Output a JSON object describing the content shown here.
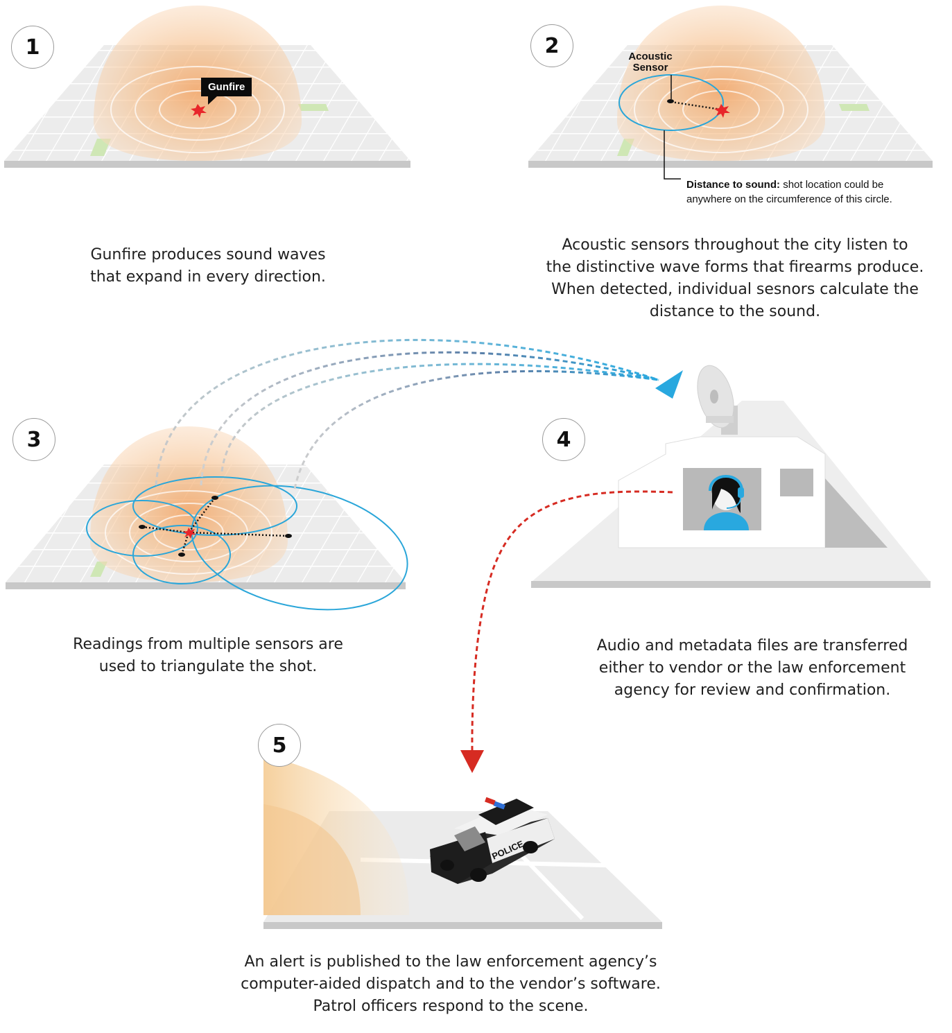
{
  "steps": [
    "1",
    "2",
    "3",
    "4",
    "5"
  ],
  "labels": {
    "gunfire": "Gunfire",
    "acoustic_sensor": [
      "Acoustic",
      "Sensor"
    ],
    "distance_title": "Distance to sound:",
    "distance_text_1": "shot location could be",
    "distance_text_2": "anywhere on the circumference of this circle.",
    "police": "POLICE"
  },
  "captions": {
    "step1": [
      "Gunfire produces sound waves",
      "that expand in every direction."
    ],
    "step2": [
      "Acoustic sensors throughout the city listen to",
      "the distinctive wave forms that firearms produce.",
      "When detected, individual sesnors calculate the",
      "distance to the sound."
    ],
    "step3": [
      "Readings from multiple sensors are",
      "used to triangulate the shot."
    ],
    "step4": [
      "Audio and metadata files are transferred",
      "either to vendor or the law enforcement",
      "agency for review and confirmation."
    ],
    "step5": [
      "An alert is published to the law enforcement agency’s",
      "computer-aided dispatch and to the vendor’s software.",
      "Patrol officers respond to the scene."
    ]
  },
  "colors": {
    "sensor_circle": "#2aa6d9",
    "dispatch_arrow": "#d62b22",
    "data_arrow": "#29a8df",
    "wave_orange": "#f6b97e",
    "map_gray": "#ececec",
    "ground_bar": "#c8c8c8",
    "park_green": "#cfe7b5"
  }
}
